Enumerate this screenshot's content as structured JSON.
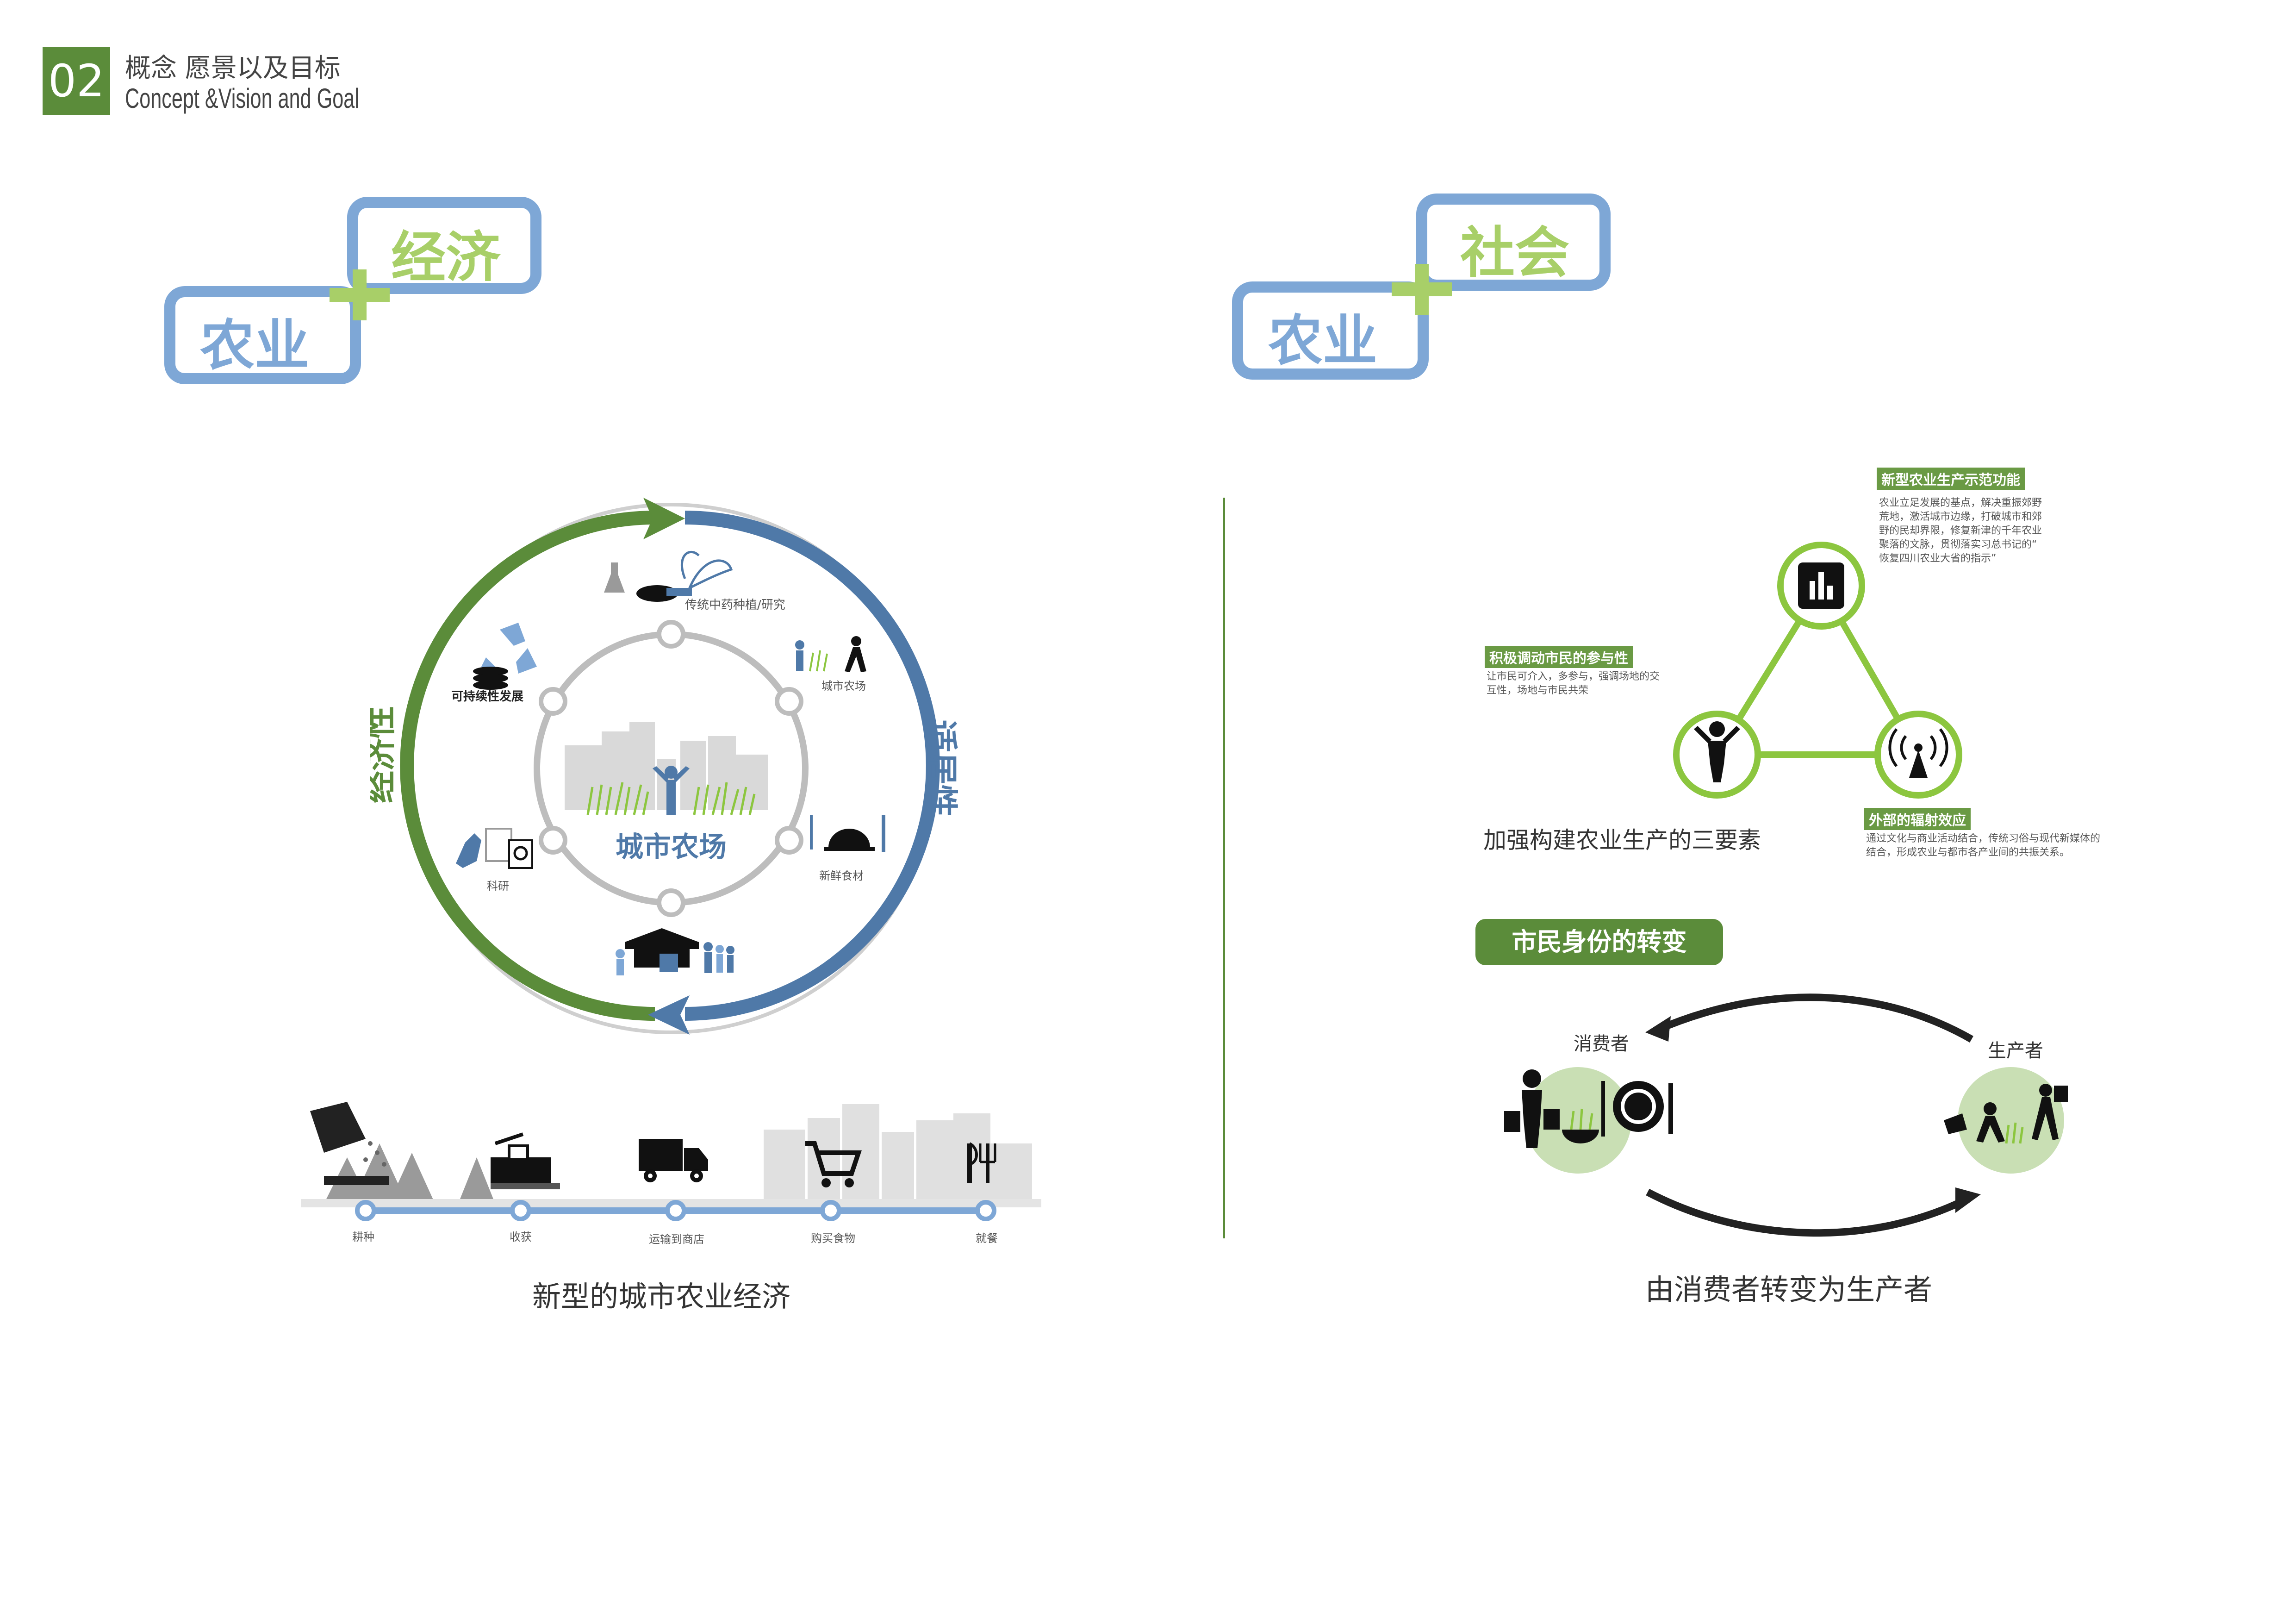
{
  "header": {
    "number": "02",
    "title_cn": "概念 愿景以及目标",
    "title_en": "Concept &Vision and Goal"
  },
  "left": {
    "box_agri": "农业",
    "box_econ": "经济",
    "circle": {
      "center": "城市农场",
      "left_arc": "经济性",
      "right_arc": "适居性",
      "nodes": [
        "传统中药种植/研究",
        "城市农场",
        "新鲜食材",
        "可持续性发展",
        "科研"
      ]
    },
    "timeline": [
      "耕种",
      "收获",
      "运输到商店",
      "购买食物",
      "就餐"
    ],
    "caption": "新型的城市农业经济"
  },
  "right": {
    "box_agri": "农业",
    "box_social": "社会",
    "elements": {
      "top": {
        "title": "新型农业生产示范功能",
        "lines": [
          "农业立足发展的基点，解决重振郊野",
          "荒地，激活城市边缘，打破城市和郊",
          "野的民却界限，修复新津的千年农业",
          "聚落的文脉，贯彻落实习总书记的“",
          "恢复四川农业大省的指示”"
        ]
      },
      "left": {
        "title": "积极调动市民的参与性",
        "lines": [
          "让市民可介入，多参与，强调场地的交",
          "互性，场地与市民共荣"
        ]
      },
      "right": {
        "title": "外部的辐射效应",
        "lines": [
          "通过文化与商业活动结合，传统习俗与现代新媒体的",
          "结合，形成农业与都市各产业间的共振关系。"
        ]
      },
      "caption": "加强构建农业生产的三要素"
    },
    "identity": {
      "pill": "市民身份的转变",
      "consumer": "消费者",
      "producer": "生产者",
      "caption": "由消费者转变为生产者"
    }
  },
  "colors": {
    "green": "#5b8c3a",
    "light_green": "#a8cf68",
    "blue": "#7ea7d6",
    "dark_blue": "#4f79a8"
  },
  "icons": [
    "flask-icon",
    "mortar-icon",
    "sprout-icon",
    "farmer-icon",
    "recycle-icon",
    "coins-icon",
    "microscope-icon",
    "document-search-icon",
    "plate-icon",
    "barn-icon",
    "person-icon",
    "bar-chart-icon",
    "signal-icon",
    "cart-icon",
    "truck-icon",
    "harvester-icon",
    "cutlery-icon",
    "tree-icon",
    "shopper-icon"
  ]
}
